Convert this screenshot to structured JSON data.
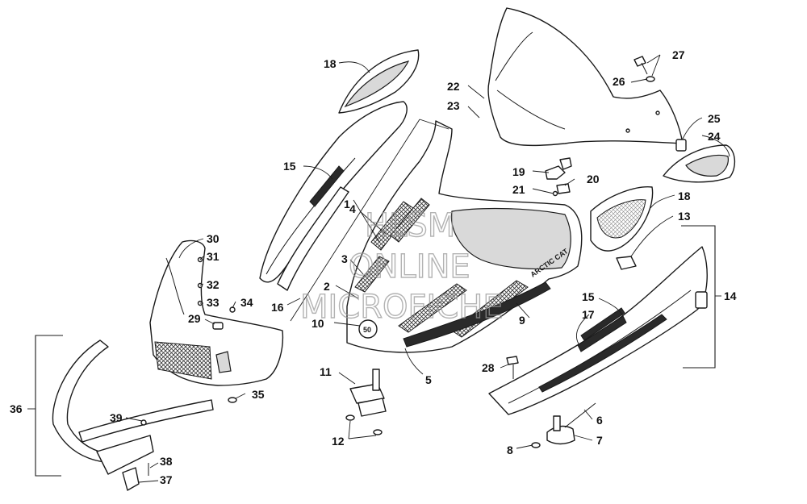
{
  "watermark": {
    "line1": "HLSM",
    "line2": "ONLINE",
    "line3": "MICROFICHE"
  },
  "hood_decal_text": "ARCTIC CAT",
  "hood_badge_text": "50",
  "callouts": {
    "c1": "1",
    "c2": "2",
    "c3": "3",
    "c4": "4",
    "c5": "5",
    "c6": "6",
    "c7": "7",
    "c8": "8",
    "c9": "9",
    "c10": "10",
    "c11": "11",
    "c12": "12",
    "c13": "13",
    "c14": "14",
    "c15a": "15",
    "c15b": "15",
    "c16": "16",
    "c17": "17",
    "c18a": "18",
    "c18b": "18",
    "c19": "19",
    "c20": "20",
    "c21": "21",
    "c22": "22",
    "c23": "23",
    "c24": "24",
    "c25": "25",
    "c26": "26",
    "c27": "27",
    "c28": "28",
    "c29": "29",
    "c30": "30",
    "c31": "31",
    "c32": "32",
    "c33": "33",
    "c34": "34",
    "c35": "35",
    "c36": "36",
    "c37": "37",
    "c38": "38",
    "c39": "39"
  }
}
